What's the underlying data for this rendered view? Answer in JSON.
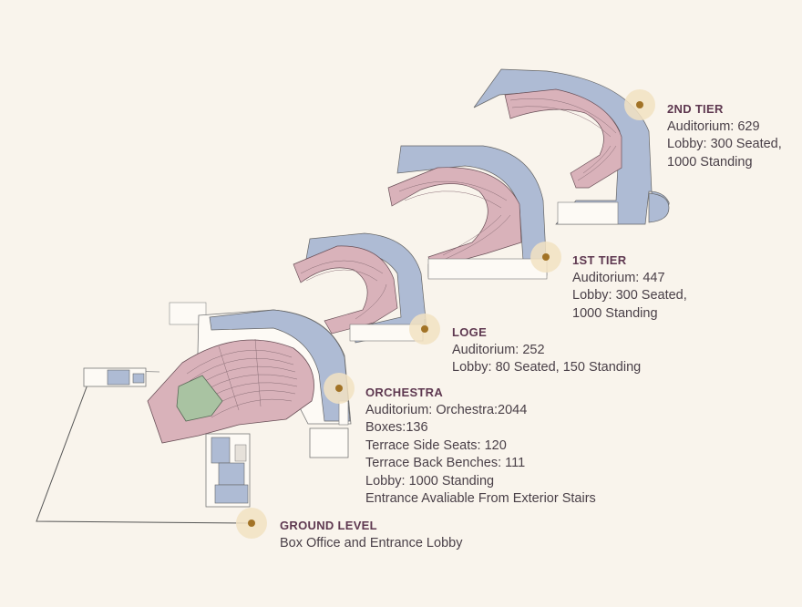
{
  "colors": {
    "background": "#f9f4ec",
    "seating": "#d9b2ba",
    "lobby": "#aebbd4",
    "field": "#a9c3a2",
    "marker": "#a27326",
    "title": "#5e3850"
  },
  "levels": [
    {
      "id": "2nd-tier",
      "title": "2ND TIER",
      "lines": [
        "Auditorium: 629",
        "Lobby: 300 Seated,",
        "1000 Standing"
      ]
    },
    {
      "id": "1st-tier",
      "title": "1ST TIER",
      "lines": [
        "Auditorium: 447",
        "Lobby: 300 Seated,",
        "1000 Standing"
      ]
    },
    {
      "id": "loge",
      "title": "LOGE",
      "lines": [
        "Auditorium: 252",
        "Lobby: 80 Seated, 150 Standing"
      ]
    },
    {
      "id": "orchestra",
      "title": "ORCHESTRA",
      "lines": [
        "Auditorium: Orchestra:2044",
        "Boxes:136",
        "Terrace Side Seats: 120",
        "Terrace Back Benches: 111",
        "Lobby: 1000 Standing",
        "Entrance Avaliable From Exterior Stairs"
      ]
    },
    {
      "id": "ground-level",
      "title": "GROUND LEVEL",
      "lines": [
        "Box Office and Entrance Lobby"
      ]
    }
  ]
}
